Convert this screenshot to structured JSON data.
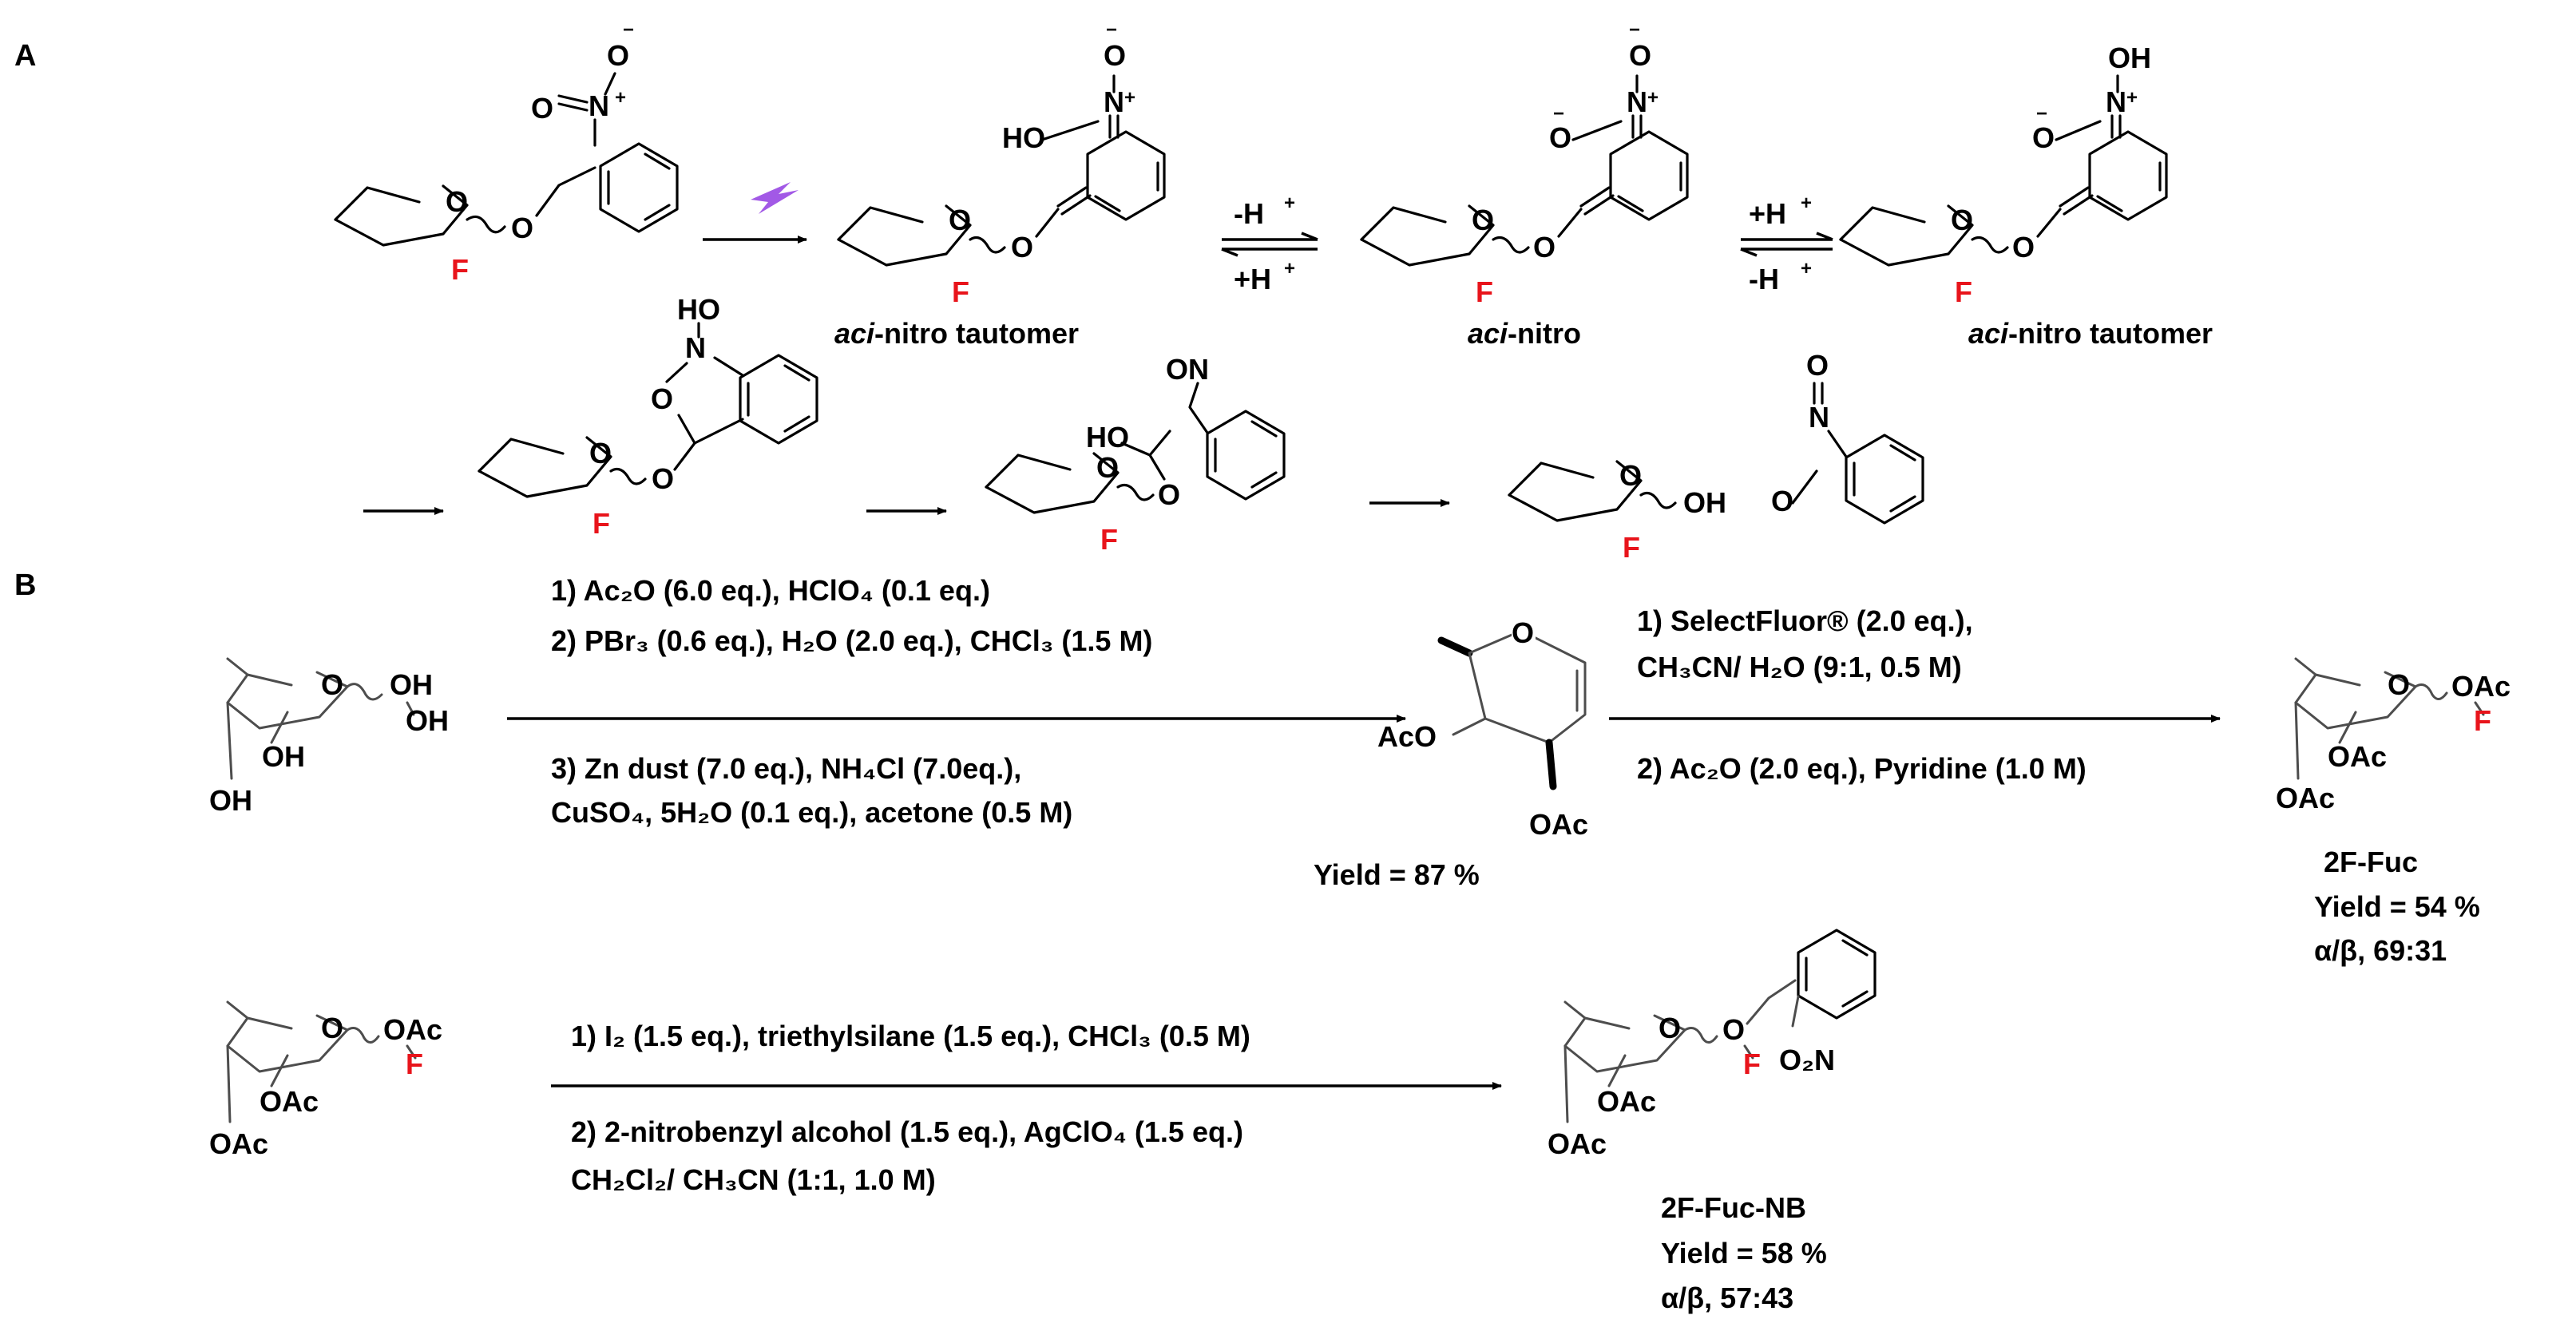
{
  "panels": {
    "a": "A",
    "b": "B"
  },
  "colors": {
    "fluorine": "#e8141b",
    "light_bolt": "#a259e6",
    "bond": "#000000"
  },
  "icons": {
    "light": "lightning-bolt-icon"
  },
  "atoms": {
    "O": "O",
    "F": "F",
    "OH": "OH",
    "HO": "HO",
    "OAc": "OAc",
    "AcO": "AcO",
    "N": "N",
    "ON": "ON",
    "OminusN": "O",
    "plus": "+",
    "minus": "−"
  },
  "panel_a": {
    "step_labels": {
      "minus_h": "-H",
      "plus_h": "+H"
    },
    "captions": {
      "aci_nitro_tautomer_1": {
        "italic": "aci",
        "rest": "-nitro tautomer"
      },
      "aci_nitro": {
        "italic": "aci",
        "rest": "-nitro"
      },
      "aci_nitro_tautomer_2": {
        "italic": "aci",
        "rest": "-nitro tautomer"
      }
    }
  },
  "panel_b": {
    "step1_conditions": [
      "1) Ac₂O (6.0 eq.), HClO₄ (0.1 eq.)",
      "2) PBr₃ (0.6 eq.), H₂O (2.0 eq.), CHCl₃ (1.5 M)",
      "3) Zn dust (7.0 eq.), NH₄Cl (7.0eq.),",
      "CuSO₄, 5H₂O (0.1 eq.), acetone (0.5 M)"
    ],
    "glycal_yield": "Yield = 87 %",
    "step2_conditions": [
      "1) SelectFluor® (2.0 eq.),",
      "CH₃CN/ H₂O (9:1, 0.5 M)",
      "2) Ac₂O (2.0 eq.), Pyridine (1.0 M)"
    ],
    "product1": {
      "name": "2F-Fuc",
      "yield": "Yield = 54 %",
      "ratio": "α/β, 69:31"
    },
    "step3_conditions": [
      "1) I₂ (1.5 eq.), triethylsilane (1.5 eq.), CHCl₃ (0.5 M)",
      "2) 2-nitrobenzyl alcohol (1.5 eq.), AgClO₄ (1.5 eq.)",
      "CH₂Cl₂/ CH₃CN (1:1, 1.0 M)"
    ],
    "product2": {
      "name": "2F-Fuc-NB",
      "yield": "Yield = 58 %",
      "ratio": "α/β, 57:43"
    },
    "nitro_group": "O₂N"
  }
}
